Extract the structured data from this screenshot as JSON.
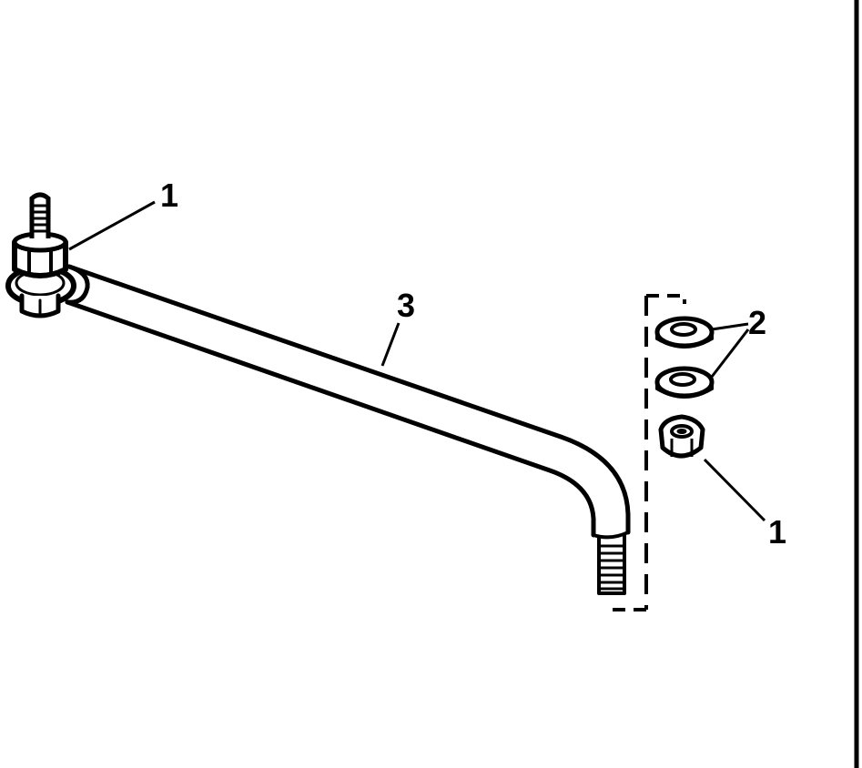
{
  "colors": {
    "line": "#000000",
    "background": "#ffffff"
  },
  "callouts": {
    "nut_left": "1",
    "washers": "2",
    "link_rod": "3",
    "nut_right": "1"
  }
}
